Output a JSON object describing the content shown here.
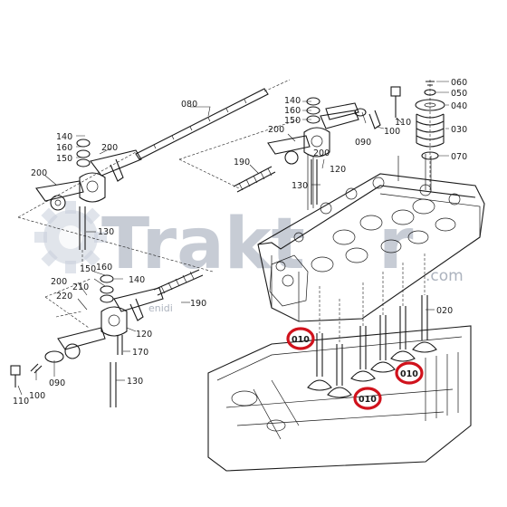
{
  "watermark": {
    "brand": "Trakt",
    "brand_tail": "r",
    "domain": ".com",
    "subtitle": "enidi"
  },
  "callout_color": "#d0121c",
  "part_numbers": {
    "p080": "080",
    "p140a": "140",
    "p160a": "160",
    "p150a": "150",
    "p200a": "200",
    "p200b": "200",
    "p130a": "130",
    "p140b": "140",
    "p160b": "160",
    "p150b": "150",
    "p200c": "200",
    "p120a": "120",
    "p190a": "190",
    "p130b": "130",
    "p200d": "200",
    "p110a": "110",
    "p100a": "100",
    "p090a": "090",
    "p060": "060",
    "p050": "050",
    "p040": "040",
    "p030": "030",
    "p070": "070",
    "p150c": "150",
    "p160c": "160",
    "p140c": "140",
    "p200e": "200",
    "p210": "210",
    "p220": "220",
    "p190b": "190",
    "p120b": "120",
    "p170": "170",
    "p130c": "130",
    "p110b": "110",
    "p100b": "100",
    "p090b": "090",
    "p020": "020",
    "p010a": "010",
    "p010b": "010",
    "p010c": "010"
  }
}
